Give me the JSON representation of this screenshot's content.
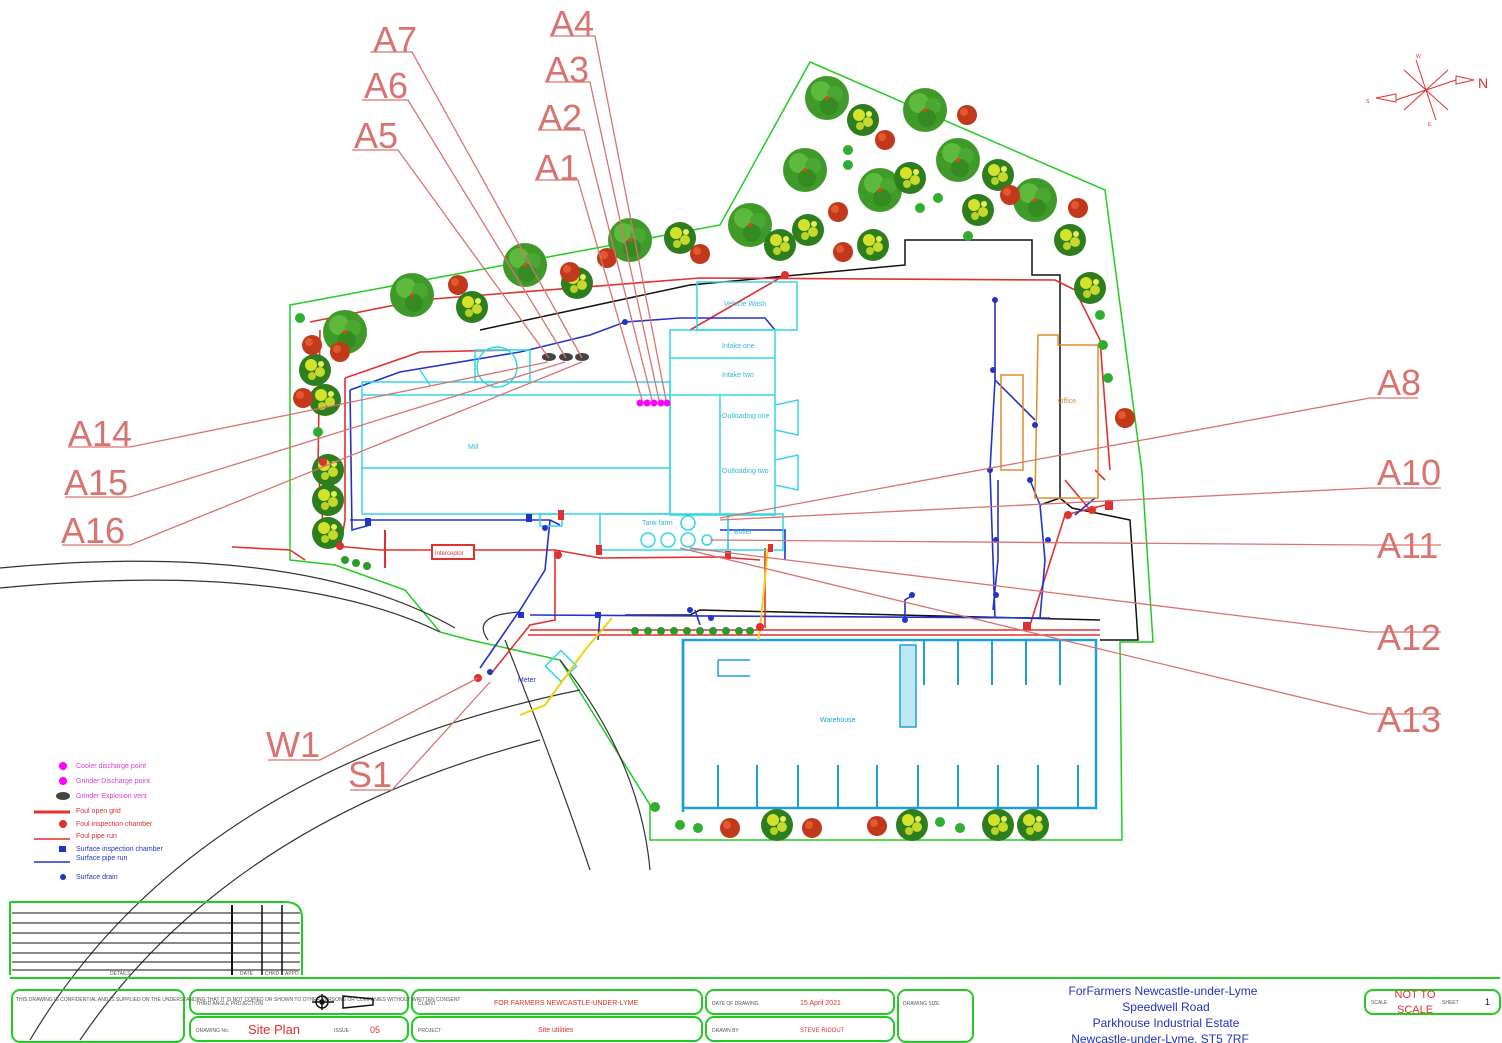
{
  "callouts": [
    {
      "id": "A7",
      "text": "A7"
    },
    {
      "id": "A6",
      "text": "A6"
    },
    {
      "id": "A5",
      "text": "A5"
    },
    {
      "id": "A4",
      "text": "A4"
    },
    {
      "id": "A3",
      "text": "A3"
    },
    {
      "id": "A2",
      "text": "A2"
    },
    {
      "id": "A1",
      "text": "A1"
    },
    {
      "id": "A8",
      "text": "A8"
    },
    {
      "id": "A10",
      "text": "A10"
    },
    {
      "id": "A11",
      "text": "A11"
    },
    {
      "id": "A12",
      "text": "A12"
    },
    {
      "id": "A13",
      "text": "A13"
    },
    {
      "id": "A14",
      "text": "A14"
    },
    {
      "id": "A15",
      "text": "A15"
    },
    {
      "id": "A16",
      "text": "A16"
    },
    {
      "id": "W1",
      "text": "W1"
    },
    {
      "id": "S1",
      "text": "S1"
    }
  ],
  "buildings": {
    "vehicle_wash": "Vehicle Wash",
    "intake_one": "Intake one",
    "intake_two": "Intake two",
    "outloading_one": "Outloading one",
    "outloading_two": "Outloading two",
    "mill": "Mill",
    "tank_farm": "Tank farm",
    "boiler": "Boiler",
    "office": "Office",
    "warehouse": "Warehouse",
    "interceptor": "Interceptor",
    "meter": "Meter"
  },
  "compass": {
    "north": "N",
    "south": "S",
    "west": "W",
    "east": "E"
  },
  "legend": [
    {
      "label": "Cooler discharge point",
      "color": "#ff00ff"
    },
    {
      "label": "Grinder Discharge point",
      "color": "#ff00ff"
    },
    {
      "label": "Grinder Explosion vent",
      "color": "#d63fd6"
    },
    {
      "label": "Foul open grid",
      "color": "#e03030"
    },
    {
      "label": "Foul inspection chamber",
      "color": "#e03030"
    },
    {
      "label": "Foul pipe run",
      "color": "#e03030"
    },
    {
      "label": "Surface inspection chamber",
      "color": "#2233cc"
    },
    {
      "label": "Surface pipe run",
      "color": "#2233cc"
    },
    {
      "label": "Surface drain",
      "color": "#2233cc"
    }
  ],
  "title_block": {
    "disclaimer": "THIS DRAWING IS CONFIDENTIAL AND IS SUPPLIED ON THE UNDERSTANDING THAT IT IS NOT COPIED OR SHOWN TO OTHER PERSONS OR COMPANIES WITHOUT WRITTEN CONSENT",
    "projection_label": "THIRD ANGLE PROJECTION",
    "drawing_no_label": "DRAWING No.",
    "drawing_title": "Site Plan",
    "issue_label": "ISSUE",
    "issue": "05",
    "client_label": "CLIENT",
    "client": "FOR FARMERS NEWCASTLE-UNDER-LYME",
    "project_label": "PROJECT",
    "project": "Site utilities",
    "date_label": "DATE OF DRAWING",
    "date": "15 April 2021",
    "drawn_label": "DRAWN BY",
    "drawn_by": "STEVE RIDOUT",
    "drawing_size_label": "DRAWING SIZE",
    "address_line1": "ForFarmers Newcastle-under-Lyme",
    "address_line2": "Speedwell Road",
    "address_line3": "Parkhouse Industrial Estate",
    "address_line4": "Newcastle-under-Lyme, ST5 7RF",
    "scale_label": "SCALE",
    "scale_line1": "NOT TO",
    "scale_line2": "SCALE",
    "sheet_label": "SHEET",
    "sheet": "1"
  },
  "revision_table": {
    "footer_label": "DETAILS",
    "footer_cols": [
      "DATE",
      "CHKD",
      "APPD"
    ]
  },
  "colors": {
    "boundary": "#22cc22",
    "foul": "#e03030",
    "surface": "#2233cc",
    "building": "#33d6e6",
    "warehouse": "#1e9fd6",
    "office": "#e08a2e",
    "callout": "#d9736f",
    "discharge": "#ff00ff"
  }
}
